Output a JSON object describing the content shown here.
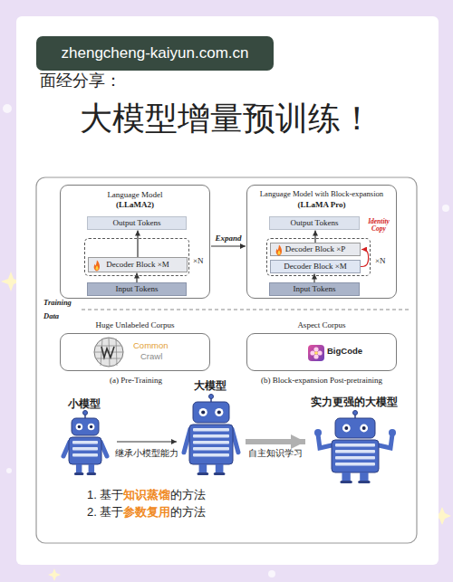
{
  "diagram": {
    "title": "大模型增量预训练！",
    "nodes": [
      {
        "text": [
          "Language Model",
          "(LLaMA2)"
        ]
      },
      {
        "text": [
          "Output Tokens"
        ],
        "in": 0
      },
      {
        "text": [
          "×N"
        ],
        "in": 0
      },
      {
        "text": [
          "Decoder Block ×M"
        ],
        "in": 2
      },
      {
        "text": [
          "Input Tokens"
        ],
        "in": 0
      },
      {
        "text": [
          "Language Model with Block-expansion",
          "(LLaMA Pro)"
        ]
      },
      {
        "text": [
          "Output Tokens"
        ],
        "in": 5
      },
      {
        "text": [
          "×N"
        ],
        "in": 5
      },
      {
        "text": [
          "Decoder Block ×P"
        ],
        "in": 7
      },
      {
        "text": [
          "Decoder Block ×M"
        ],
        "in": 7
      },
      {
        "text": [
          "Input Tokens"
        ],
        "in": 5
      },
      {
        "text": [
          "Huge Unlabeled Corpus",
          "Common",
          "Crawl"
        ]
      },
      {
        "text": [
          "Aspect Corpus",
          "BigCode"
        ]
      },
      {
        "text": [
          "小模型"
        ]
      },
      {
        "text": [
          "大模型"
        ]
      },
      {
        "text": [
          "实力更强的大模型"
        ]
      }
    ],
    "edges": [
      {
        "from": 4,
        "to": 3,
        "arrow": "to"
      },
      {
        "from": 3,
        "to": 1,
        "arrow": "to"
      },
      {
        "from": 10,
        "to": 9,
        "arrow": "to"
      },
      {
        "from": 8,
        "to": 6,
        "arrow": "to"
      },
      {
        "from": 9,
        "to": 8,
        "label": "Identity Copy",
        "arrow": "to"
      },
      {
        "from": 0,
        "to": 5,
        "label": "Expand",
        "arrow": "to"
      },
      {
        "from": 13,
        "to": 14,
        "label": "继承小模型能力",
        "arrow": "to"
      },
      {
        "from": 14,
        "to": 15,
        "label": "自主知识学习",
        "arrow": "to"
      }
    ],
    "labels": [
      "zhengcheng-kaiyun.com.cn",
      "面经分享：",
      "Training",
      "Data",
      "(a) Pre-Training",
      "(b) Block-expansion Post-pretraining",
      "1. 基于",
      "知识蒸馏",
      "的方法",
      "2. 基于",
      "参数复用",
      "的方法"
    ]
  }
}
